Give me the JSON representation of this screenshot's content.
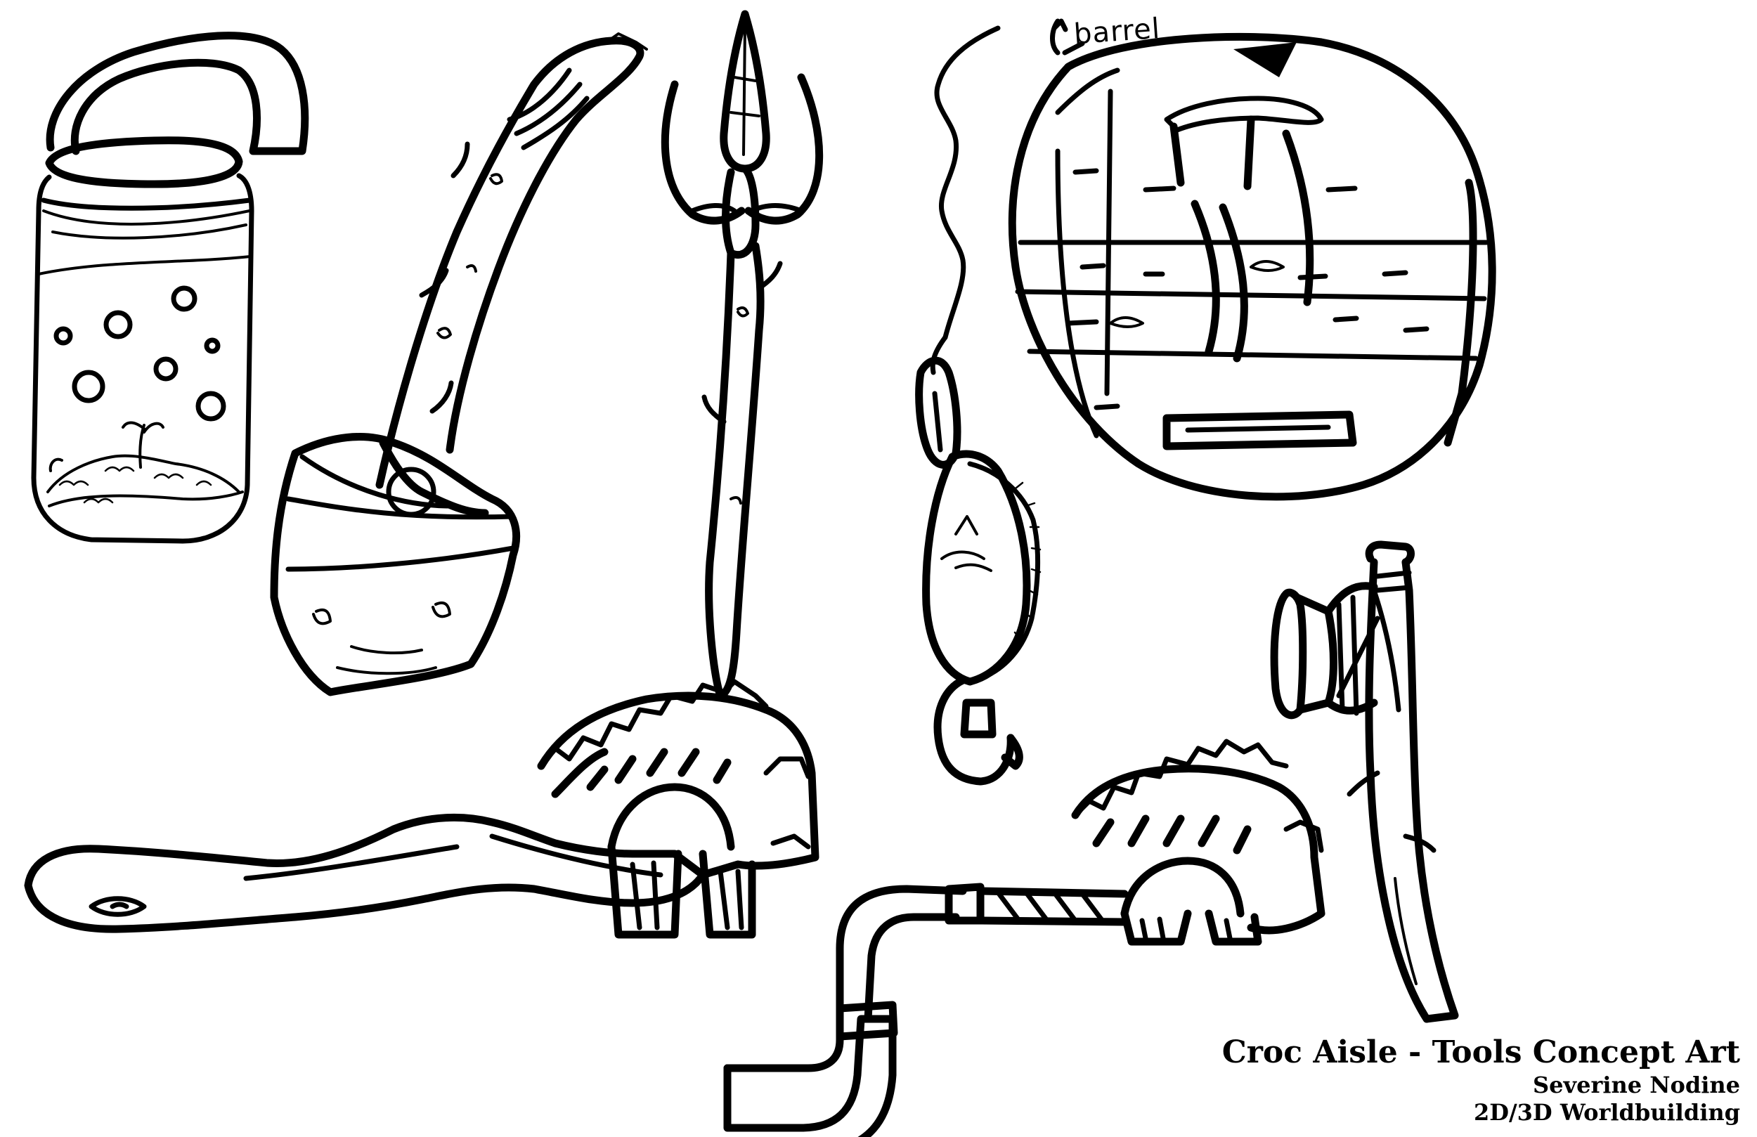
{
  "annotation": "barrel",
  "credits": {
    "title": "Croc Aisle - Tools Concept Art",
    "author": "Severine Nodine",
    "course": "2D/3D Worldbuilding"
  },
  "illustrations": [
    "jar-sketch",
    "stick-axe-sketch",
    "trident-spear-sketch",
    "bottle-cap-fishing-lure-sketch",
    "barrel-lid-shield-sketch",
    "gear-rake-stick-sketch",
    "gear-rake-pipe-sketch",
    "pipe-hammer-sketch"
  ]
}
